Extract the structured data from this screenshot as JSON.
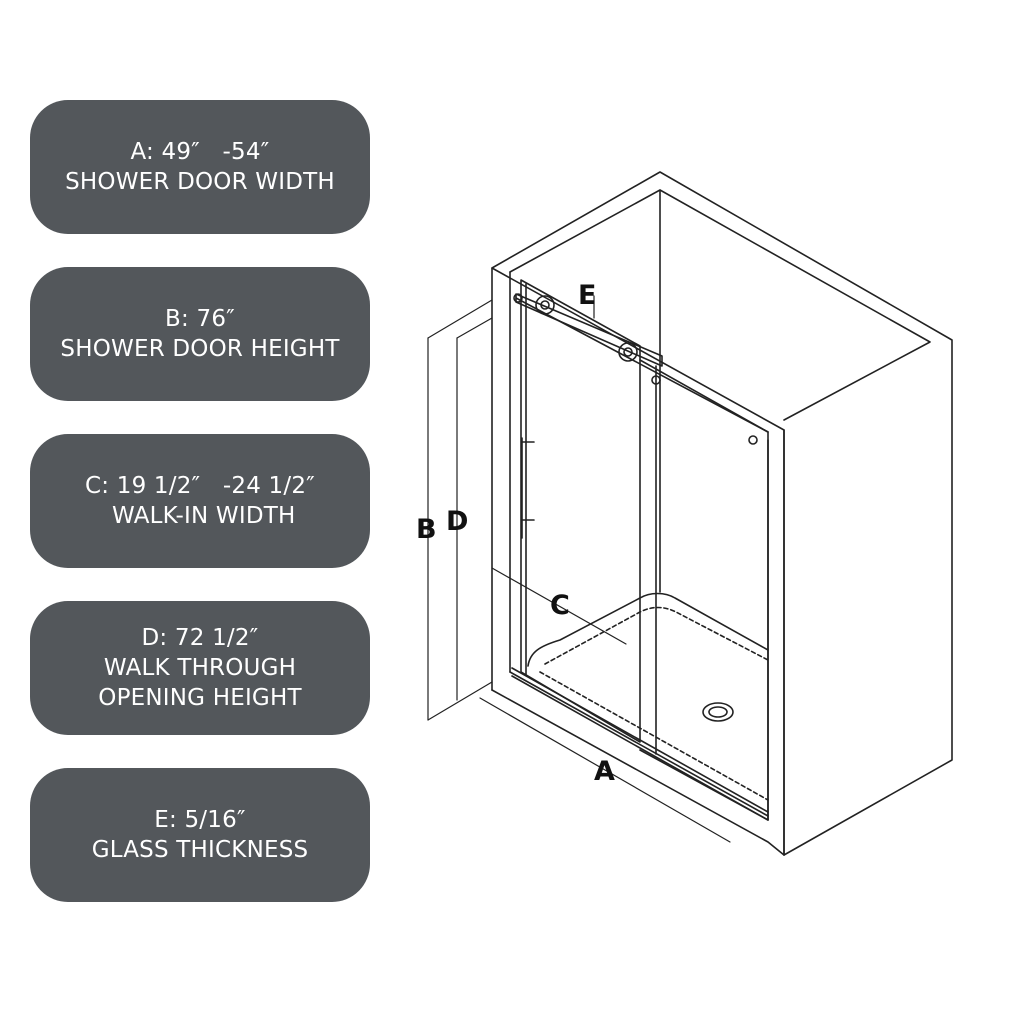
{
  "specs": [
    {
      "line1": "A: 49″   -54″",
      "line2": "SHOWER DOOR WIDTH"
    },
    {
      "line1": "B: 76″",
      "line2": "SHOWER DOOR HEIGHT"
    },
    {
      "line1": "C: 19 1/2″   -24 1/2″",
      "line2": " WALK-IN WIDTH"
    },
    {
      "line1": "D: 72 1/2″",
      "line2": "WALK THROUGH",
      "line3": "OPENING HEIGHT"
    },
    {
      "line1": "E: 5/16″",
      "line2": "GLASS THICKNESS"
    }
  ],
  "diagram": {
    "label_a": "A",
    "label_b": "B",
    "label_c": "C",
    "label_d": "D",
    "label_e": "E"
  },
  "colors": {
    "card_bg": "#53575b",
    "card_text": "#ffffff",
    "line": "#222222"
  }
}
